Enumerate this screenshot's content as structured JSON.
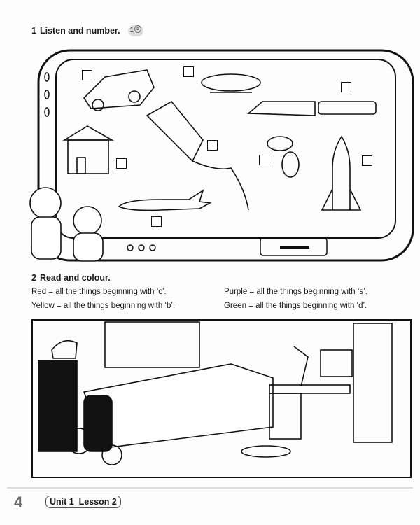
{
  "exercise1": {
    "number": "1",
    "instruction": "Listen and number.",
    "track": "1",
    "track_sub": "5"
  },
  "exercise2": {
    "number": "2",
    "instruction": "Read and colour.",
    "rules": [
      "Red = all the things beginning with ‘c’.",
      "Purple = all the things beginning with ‘s’.",
      "Yellow = all the things beginning with ‘b’.",
      "Green = all the things beginning with ‘d’."
    ]
  },
  "footer": {
    "page_number": "4",
    "unit_label": "Unit 1  Lesson 2"
  }
}
